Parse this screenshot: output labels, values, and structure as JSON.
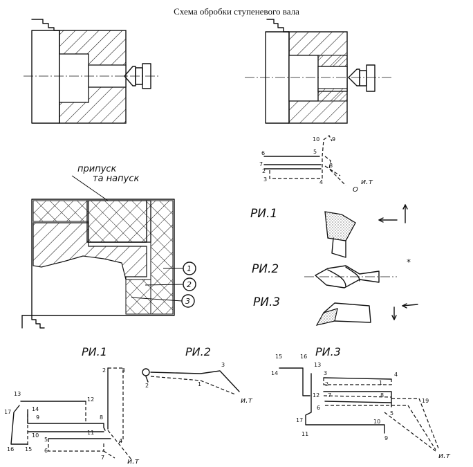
{
  "title": "Схема обробки ступеневого вала",
  "labels": {
    "allowance_line1": "припуск",
    "allowance_line2": "та напуск",
    "tool_zero": "О",
    "tool_point": "и.т",
    "ri1": "РИ.1",
    "ri2": "РИ.2",
    "ri3": "РИ.3",
    "zone1": "1",
    "zone2": "2",
    "zone3": "3"
  },
  "path_top_numbers": [
    "6",
    "7",
    "2",
    "3",
    "4",
    "5",
    "8",
    "10",
    "9"
  ],
  "path_ri1_numbers": [
    "13",
    "14",
    "17",
    "16",
    "15",
    "9",
    "10",
    "5",
    "6",
    "12",
    "8",
    "11",
    "7",
    "4",
    "2",
    "3"
  ],
  "path_ri2_numbers": [
    "2",
    "1",
    "3"
  ],
  "path_ri3_numbers": [
    "15",
    "16",
    "14",
    "13",
    "3",
    "2",
    "7",
    "4",
    "1",
    "8",
    "12",
    "6",
    "5",
    "17",
    "11",
    "10",
    "9",
    "19"
  ]
}
